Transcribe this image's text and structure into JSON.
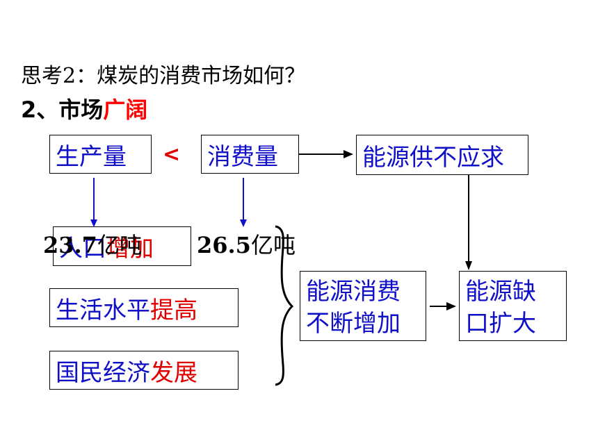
{
  "title": "思考2：煤炭的消费市场如何？",
  "subtitle": {
    "prefix": "2、市场",
    "highlight": "广阔"
  },
  "boxes": {
    "production": "生产量",
    "consumption": "消费量",
    "supply_shortage": "能源供不应求",
    "population": {
      "normal": "人口",
      "highlight": "增加"
    },
    "living": {
      "normal": "生活水平",
      "highlight": "提高"
    },
    "economy": {
      "normal": "国民经济",
      "highlight": "发展"
    },
    "consumption_increase": {
      "line1": "能源消费",
      "line2": "不断增加"
    },
    "gap": {
      "line1": "能源缺",
      "line2": "口扩大"
    }
  },
  "less_than": "<",
  "values": {
    "production": {
      "number": "23.7",
      "unit": "亿吨"
    },
    "consumption": {
      "number": "26.5",
      "unit": "亿吨"
    }
  },
  "colors": {
    "box_text": "#1010c8",
    "highlight": "#e00000",
    "arrow_blue": "#1010c8",
    "arrow_black": "#000000"
  }
}
